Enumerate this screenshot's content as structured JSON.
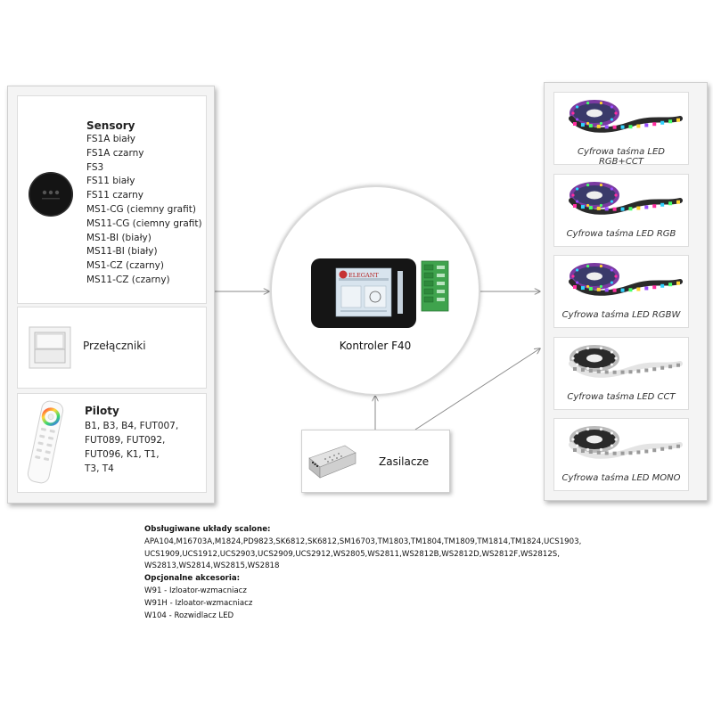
{
  "inputs": {
    "sensors": {
      "title": "Sensory",
      "items": [
        "FS1A biały",
        "FS1A czarny",
        "FS3",
        "FS11 biały",
        "FS11 czarny",
        "MS1-CG (ciemny grafit)",
        "MS11-CG (ciemny grafit)",
        "MS1-BI (biały)",
        "MS11-BI (biały)",
        "MS1-CZ (czarny)",
        "MS11-CZ (czarny)"
      ]
    },
    "switches": {
      "title": "Przełączniki"
    },
    "remotes": {
      "title": "Piloty",
      "lines": [
        "B1, B3, B4, FUT007,",
        "FUT089, FUT092,",
        "FUT096, K1, T1,",
        "T3, T4"
      ]
    }
  },
  "controller": {
    "label": "Kontroler F40",
    "brand": "ELEGANT"
  },
  "power": {
    "label": "Zasilacze"
  },
  "outputs": [
    {
      "label": "Cyfrowa taśma LED RGB+CCT",
      "kind": "rgb"
    },
    {
      "label": "Cyfrowa taśma LED RGB",
      "kind": "rgb"
    },
    {
      "label": "Cyfrowa taśma LED RGBW",
      "kind": "rgb"
    },
    {
      "label": "Cyfrowa taśma LED CCT",
      "kind": "white"
    },
    {
      "label": "Cyfrowa taśma LED MONO",
      "kind": "white"
    }
  ],
  "notes": {
    "chips_title": "Obsługiwane układy scalone:",
    "chips_lines": [
      "APA104,M16703A,M1824,PD9823,SK6812,SK6812,SM16703,TM1803,TM1804,TM1809,TM1814,TM1824,UCS1903,",
      "UCS1909,UCS1912,UCS2903,UCS2909,UCS2912,WS2805,WS2811,WS2812B,WS2812D,WS2812F,WS2812S,",
      "WS2813,WS2814,WS2815,WS2818"
    ],
    "accessories_title": "Opcjonalne akcesoria:",
    "accessories": [
      "W91 - Izloator-wzmacniacz",
      "W91H - Izloator-wzmacniacz",
      "W104 - Rozwidlacz LED"
    ]
  },
  "colors": {
    "frame": "#cfcfcf",
    "arrow": "#8a8a8a",
    "controller_body": "#151515",
    "terminal": "#3fa34d"
  }
}
